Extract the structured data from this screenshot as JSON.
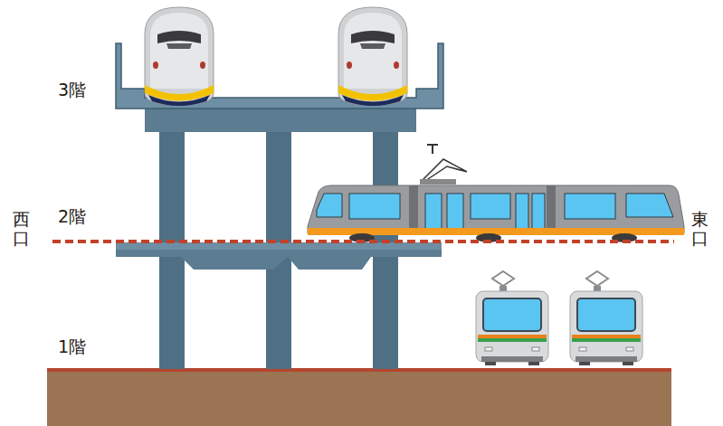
{
  "diagram": {
    "labels": [
      "3階",
      "2階",
      "西口",
      "東口",
      "1階"
    ]
  }
}
